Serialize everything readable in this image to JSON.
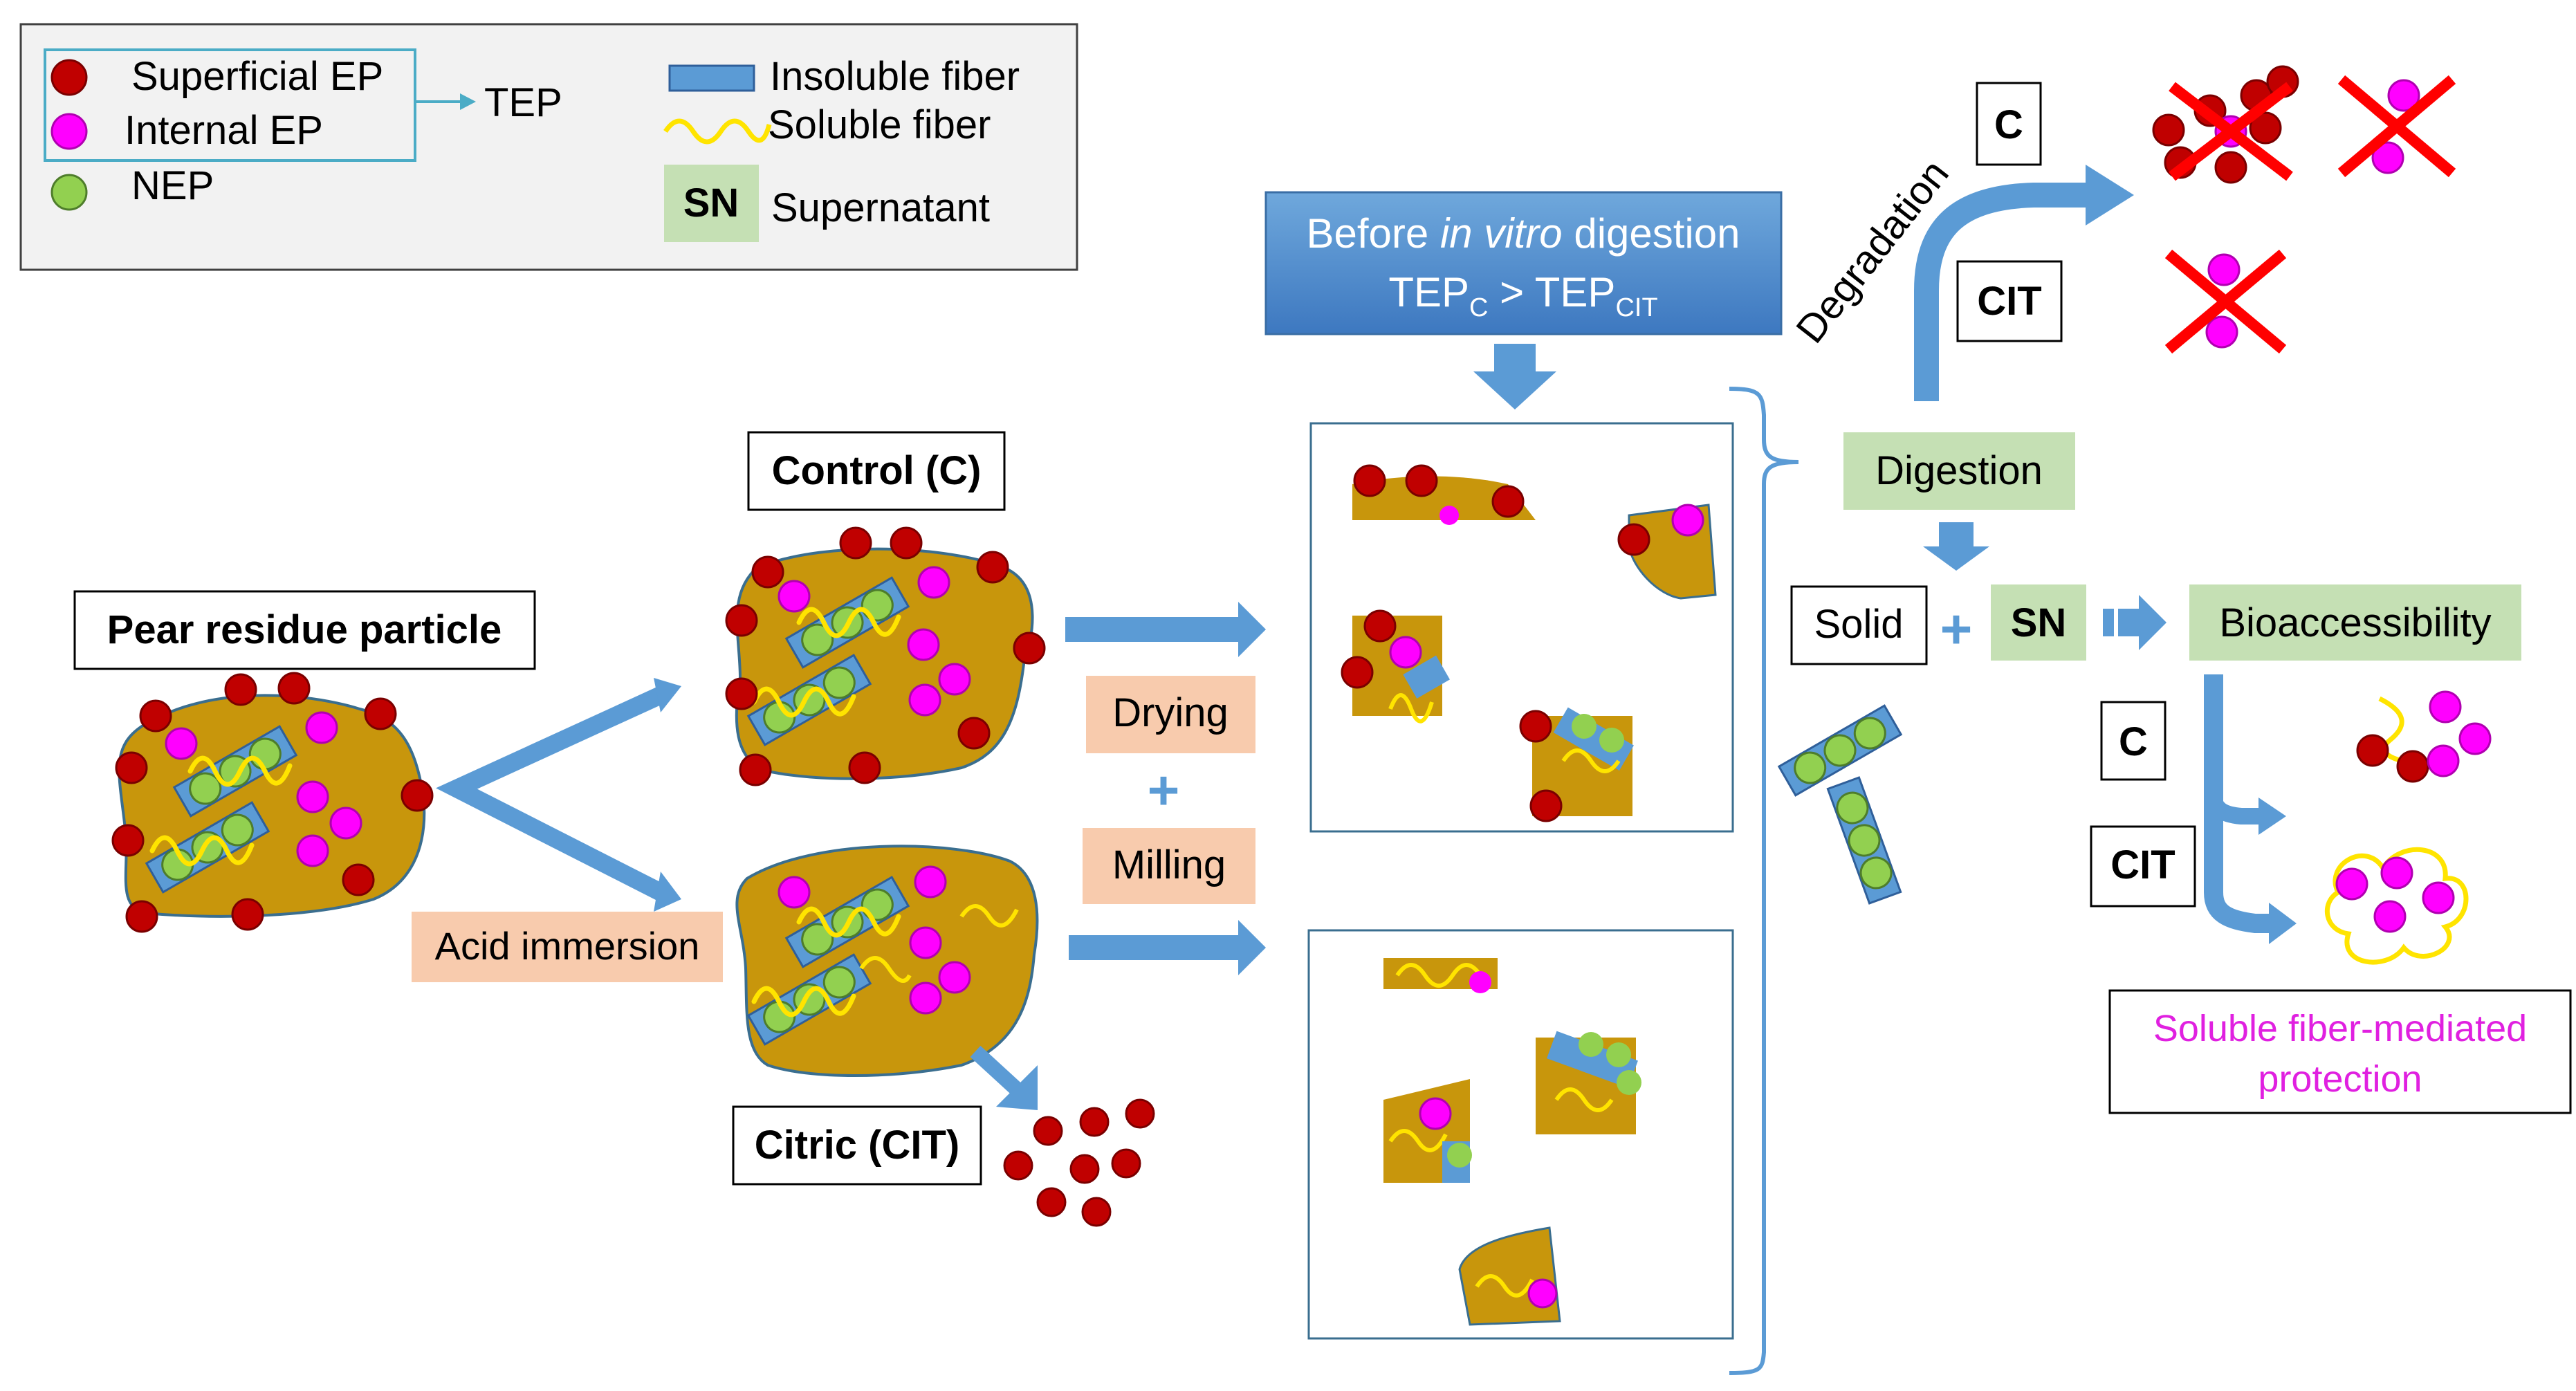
{
  "legend": {
    "superficial_ep": "Superficial EP",
    "internal_ep": "Internal EP",
    "nep": "NEP",
    "tep": "TEP",
    "insoluble_fiber": "Insoluble fiber",
    "soluble_fiber": "Soluble fiber",
    "sn_badge": "SN",
    "supernatant": "Supernatant"
  },
  "before_digestion": {
    "line1_pre": "Before ",
    "line1_italic": "in vitro",
    "line1_post": " digestion",
    "tep_c": "TEP",
    "tep_c_sub": "C",
    "gt": " > ",
    "tep_cit": "TEP",
    "tep_cit_sub": "CIT"
  },
  "labels": {
    "pear_residue": "Pear residue particle",
    "control": "Control (C)",
    "citric": "Citric (CIT)",
    "acid_immersion": "Acid immersion",
    "drying": "Drying",
    "plus": "+",
    "milling": "Milling",
    "digestion": "Digestion",
    "degradation": "Degradation",
    "c_top": "C",
    "cit_top": "CIT",
    "solid": "Solid",
    "sn": "SN",
    "bioaccessibility": "Bioaccessibility",
    "c_bottom": "C",
    "cit_bottom": "CIT",
    "protection_line1": "Soluble fiber-mediated",
    "protection_line2": "protection"
  },
  "colors": {
    "superficial_ep": "#C00000",
    "internal_ep": "#FF00FF",
    "nep": "#92D050",
    "particle": "#C8960C",
    "insoluble_fiber": "#5B9BD5",
    "soluble_fiber": "#FFE400",
    "arrow": "#5B9BD5",
    "process_box": "#F8CBAD",
    "green_box": "#C5E0B4",
    "cross": "#FF0000",
    "protection_text": "#E020E0"
  }
}
